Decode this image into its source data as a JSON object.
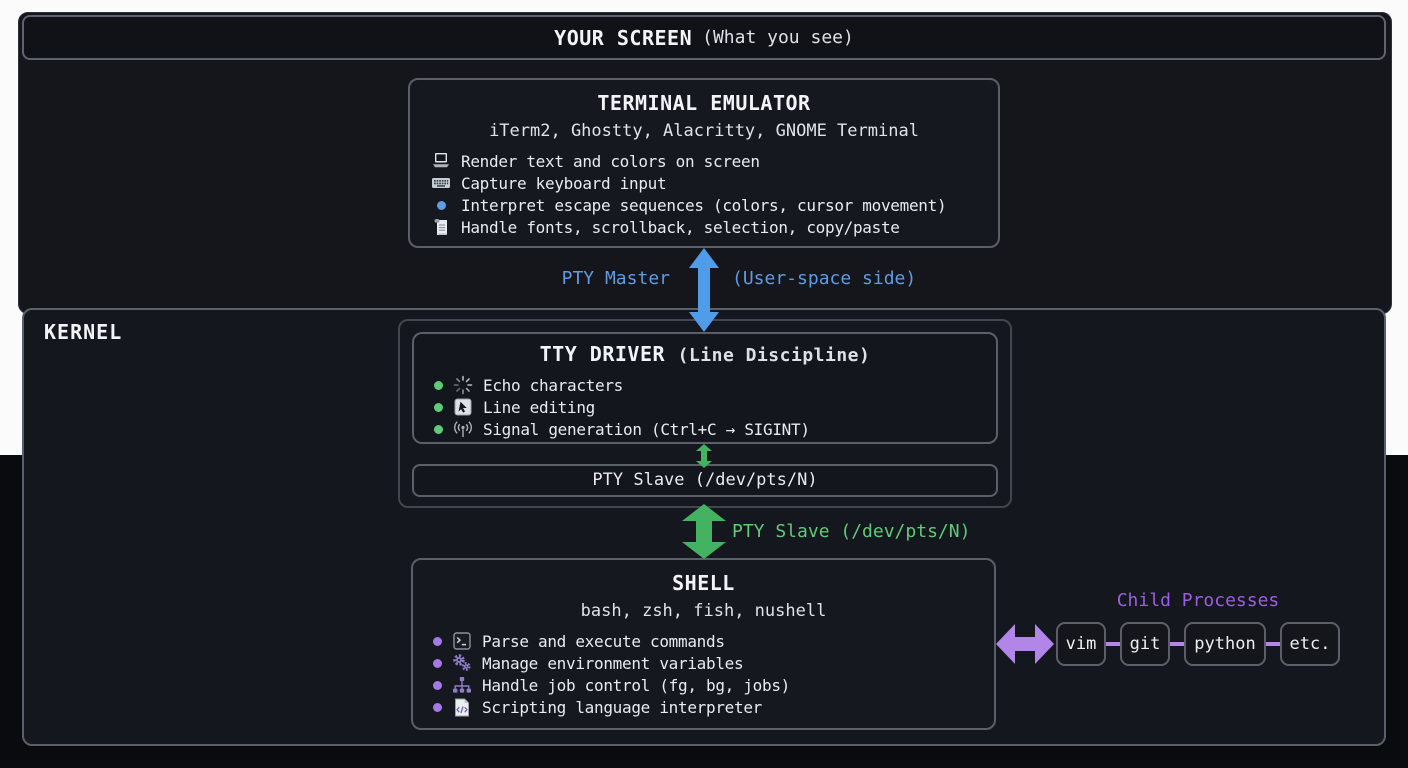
{
  "page": {
    "header_title": "YOUR SCREEN",
    "header_subtitle": "(What you see)",
    "kernel_label": "KERNEL"
  },
  "terminal": {
    "title": "TERMINAL EMULATOR",
    "subtitle": "iTerm2, Ghostty, Alacritty, GNOME Terminal",
    "items": [
      {
        "icon": "laptop-icon",
        "text": "Render text and colors on screen"
      },
      {
        "icon": "keyboard-icon",
        "text": "Capture keyboard input"
      },
      {
        "icon": "dot-icon",
        "text": "Interpret escape sequences (colors, cursor movement)"
      },
      {
        "icon": "scroll-icon",
        "text": "Handle fonts, scrollback, selection, copy/paste"
      }
    ]
  },
  "pty_master": {
    "label": "PTY Master",
    "side_label": "(User-space side)"
  },
  "tty": {
    "title": "TTY DRIVER",
    "title_suffix": "(Line Discipline)",
    "items": [
      {
        "icon": "spinner-icon",
        "text": "Echo characters"
      },
      {
        "icon": "cursor-icon",
        "text": "Line editing"
      },
      {
        "icon": "antenna-icon",
        "text": "Signal generation (Ctrl+C → SIGINT)"
      }
    ],
    "pty_slave_box": "PTY Slave (/dev/pts/N)"
  },
  "pty_slave_arrow_label": "PTY Slave (/dev/pts/N)",
  "shell": {
    "title": "SHELL",
    "subtitle": "bash, zsh, fish, nushell",
    "items": [
      {
        "icon": "terminal-icon",
        "text": "Parse and execute commands"
      },
      {
        "icon": "gears-icon",
        "text": "Manage environment variables"
      },
      {
        "icon": "org-chart-icon",
        "text": "Handle job control (fg, bg, jobs)"
      },
      {
        "icon": "code-file-icon",
        "text": "Scripting language interpreter"
      }
    ]
  },
  "children": {
    "label": "Child Processes",
    "processes": [
      "vim",
      "git",
      "python",
      "etc."
    ]
  },
  "colors": {
    "blue": "#5e9ce4",
    "green": "#5ecb77",
    "purple": "#a678e8",
    "purple_label": "#9a5fe0",
    "arrow_blue": "#4f9ce8",
    "arrow_green": "#43b261",
    "arrow_purple": "#b286e8"
  }
}
